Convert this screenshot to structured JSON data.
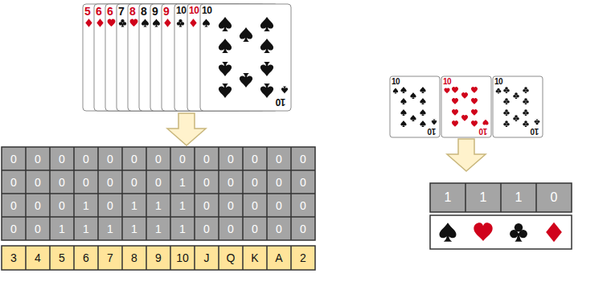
{
  "diagram": {
    "labels": [
      "5",
      "6",
      "6",
      "7",
      "8",
      "8",
      "9",
      "9",
      "10",
      "10",
      "10",
      "10",
      "0",
      "0",
      "0",
      "0",
      "0",
      "0",
      "0",
      "0",
      "0",
      "0",
      "0",
      "0",
      "0",
      "0",
      "0",
      "0",
      "0",
      "0",
      "0",
      "0",
      "1",
      "0",
      "0",
      "0",
      "0",
      "0",
      "0",
      "0",
      "0",
      "1",
      "0",
      "1",
      "1",
      "1",
      "0",
      "0",
      "0",
      "0",
      "0",
      "0",
      "0",
      "1",
      "1",
      "1",
      "1",
      "1",
      "1",
      "0",
      "0",
      "0",
      "0",
      "0",
      "3",
      "4",
      "5",
      "6",
      "7",
      "8",
      "9",
      "10",
      "J",
      "Q",
      "K",
      "A",
      "2",
      "10",
      "10",
      "10",
      "10",
      "10",
      "10",
      "1",
      "1",
      "1",
      "0"
    ]
  }
}
